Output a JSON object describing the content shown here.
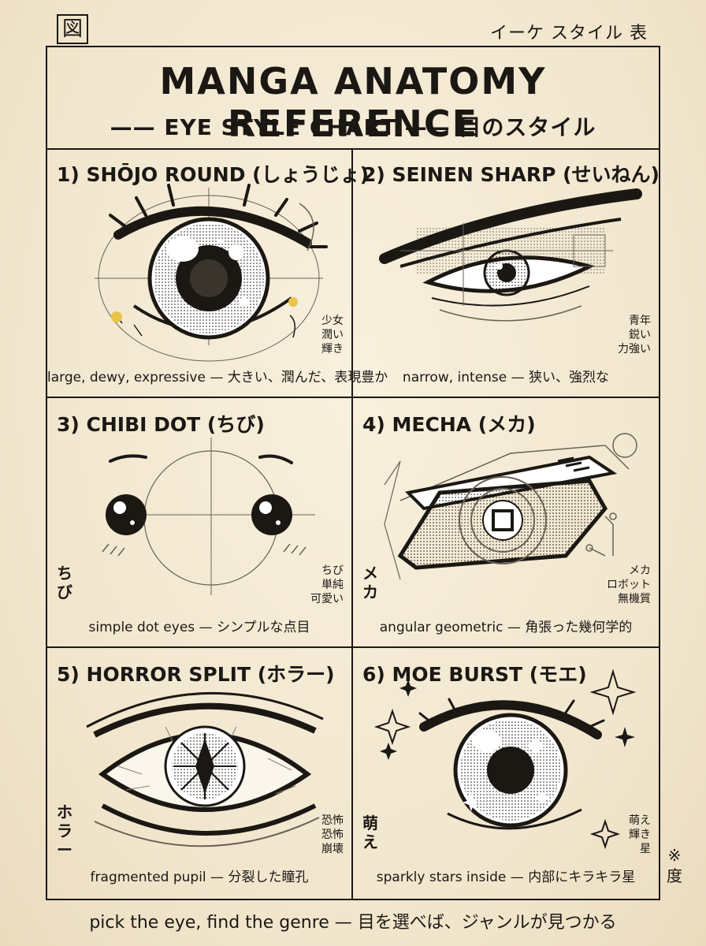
{
  "corner_mark": "図",
  "top_note": "イーケ スタイル 表",
  "header": {
    "title": "MANGA ANATOMY REFERENCE",
    "subtitle": "—— EYE STYLE CHART —— 目のスタイル"
  },
  "cells": [
    {
      "title": "1) SHŌJO ROUND (しょうじょ)",
      "side_left": "",
      "side_right": [
        "少女",
        "潤い",
        "輝き"
      ],
      "caption": "large, dewy, expressive — 大きい、潤んだ、表現豊か"
    },
    {
      "title": "2) SEINEN SHARP (せいねん)",
      "side_left": "",
      "side_right": [
        "青年",
        "鋭い",
        "力強い"
      ],
      "caption": "narrow, intense — 狭い、強烈な"
    },
    {
      "title": "3) CHIBI DOT (ちび)",
      "side_left": [
        "ち",
        "び"
      ],
      "side_right": [
        "ちび",
        "単純",
        "可愛い"
      ],
      "caption": "simple dot eyes — シンプルな点目"
    },
    {
      "title": "4) MECHA (メカ)",
      "side_left": [
        "メ",
        "カ"
      ],
      "side_right": [
        "メカ",
        "ロボット",
        "無機質"
      ],
      "caption": "angular geometric — 角張った幾何学的"
    },
    {
      "title": "5) HORROR SPLIT (ホラー)",
      "side_left": [
        "ホ",
        "ラ",
        "ー"
      ],
      "side_right": [
        "恐怖",
        "恐怖",
        "崩壊"
      ],
      "caption": "fragmented pupil — 分裂した瞳孔"
    },
    {
      "title": "6) MOE BURST (モエ)",
      "side_left": [
        "萌",
        "え"
      ],
      "side_right": [
        "萌え",
        "輝き",
        "星"
      ],
      "caption": "sparkly stars inside — 内部にキラキラ星"
    }
  ],
  "asterisk": [
    "※",
    "度"
  ],
  "footer": "pick the eye, find the genre — 目を選べば、ジャンルが見つかる",
  "colors": {
    "paper": "#f4ead6",
    "ink": "#1b1814",
    "accent": "#e8c44a"
  }
}
